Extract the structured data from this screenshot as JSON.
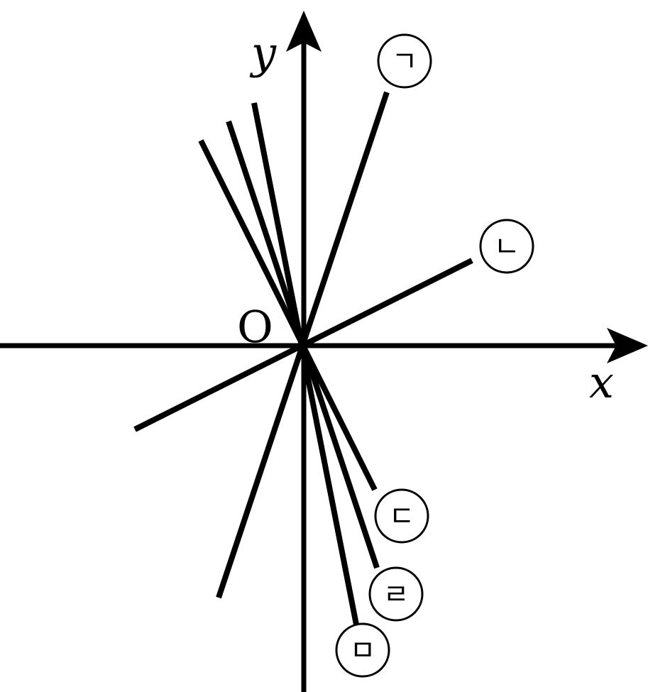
{
  "axes": {
    "x_label": "x",
    "y_label": "y",
    "origin_label": "O"
  },
  "lines": [
    {
      "label": "ㄱ"
    },
    {
      "label": "ㄴ"
    },
    {
      "label": "ㄷ"
    },
    {
      "label": "ㄹ"
    },
    {
      "label": "ㅁ"
    }
  ]
}
